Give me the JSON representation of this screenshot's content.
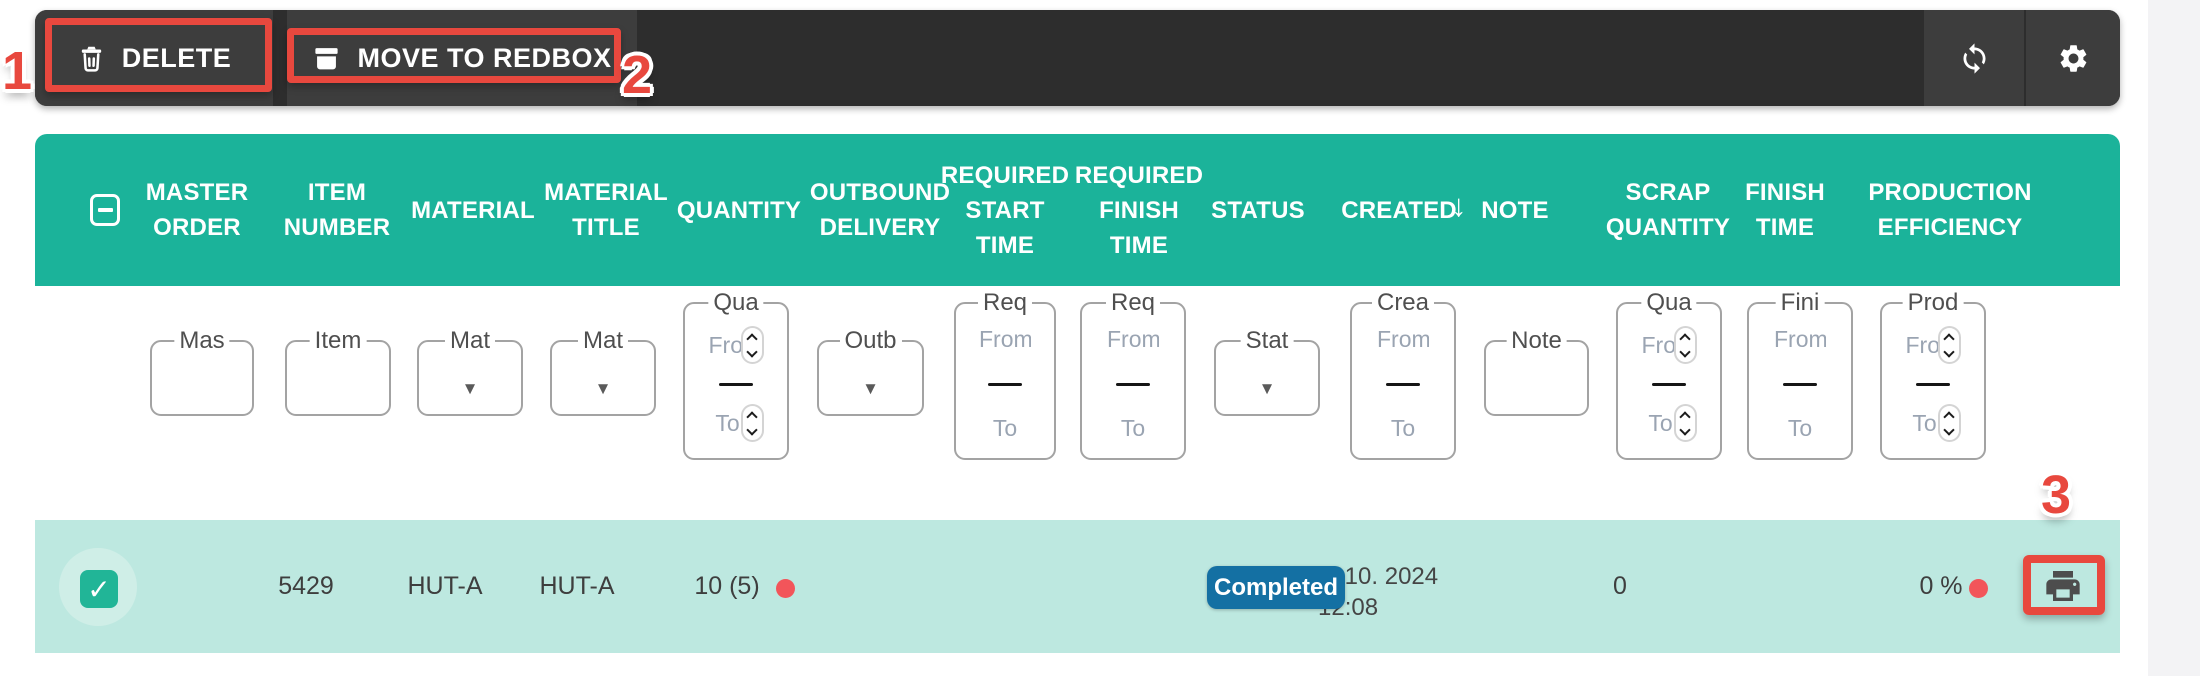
{
  "toolbar": {
    "delete_label": "DELETE",
    "move_to_redbox_label": "MOVE TO REDBOX"
  },
  "icons": {
    "trash": "trash-icon",
    "archive_box": "archive-box-icon",
    "refresh": "refresh-icon",
    "gear": "gear-icon",
    "printer": "printer-icon",
    "select_all": "indeterminate-checkbox-icon",
    "dropdown_arrow": "▼",
    "sort_desc_arrow": "↓",
    "check": "✓"
  },
  "header": {
    "columns": {
      "master_order": [
        "MASTER",
        "ORDER"
      ],
      "item_number": [
        "ITEM",
        "NUMBER"
      ],
      "material": [
        "MATERIAL"
      ],
      "material_title": [
        "MATERIAL",
        "TITLE"
      ],
      "quantity": [
        "QUANTITY"
      ],
      "outbound_delivery": [
        "OUTBOUND",
        "DELIVERY"
      ],
      "required_start_time": [
        "REQUIRED",
        "START",
        "TIME"
      ],
      "required_finish_time": [
        "REQUIRED",
        "FINISH",
        "TIME"
      ],
      "status": [
        "STATUS"
      ],
      "created": [
        "CREATED"
      ],
      "note": [
        "NOTE"
      ],
      "scrap_quantity": [
        "SCRAP",
        "QUANTITY"
      ],
      "finish_time": [
        "FINISH",
        "TIME"
      ],
      "production_efficiency": [
        "PRODUCTION",
        "EFFICIENCY"
      ]
    },
    "sort": {
      "column": "CREATED",
      "direction": "desc"
    }
  },
  "filters": {
    "from_placeholder": "From",
    "to_placeholder": "To",
    "master_order_label": "Mas",
    "item_number_label": "Item",
    "material_label": "Mat",
    "material_title_label": "Mat",
    "quantity_label": "Qua",
    "outbound_delivery_label": "Outb",
    "required_start_time_label": "Req",
    "required_finish_time_label": "Req",
    "status_label": "Stat",
    "created_label": "Crea",
    "note_label": "Note",
    "scrap_quantity_label": "Qua",
    "finish_time_label": "Fini",
    "production_efficiency_label": "Prod"
  },
  "row": {
    "selected": true,
    "item_number": "5429",
    "material": "HUT-A",
    "material_title": "HUT-A",
    "quantity": "10 (5)",
    "status": "Completed",
    "created_date": "4. 10. 2024",
    "created_time": "12:08",
    "scrap_quantity": "0",
    "production_efficiency": "0 %"
  },
  "annotations": {
    "step1": "1",
    "step2": "2",
    "step3": "3"
  },
  "colors": {
    "header_teal": "#1bb39a",
    "row_teal": "#bde8e0",
    "checkbox_teal": "#21b597",
    "status_badge_blue": "#1470a3",
    "alert_dot_red": "#f2555a",
    "annotation_red": "#e8483e",
    "toolbar_dark": "#2d2d2d",
    "toolbar_button_dark": "#3d3d3d"
  }
}
